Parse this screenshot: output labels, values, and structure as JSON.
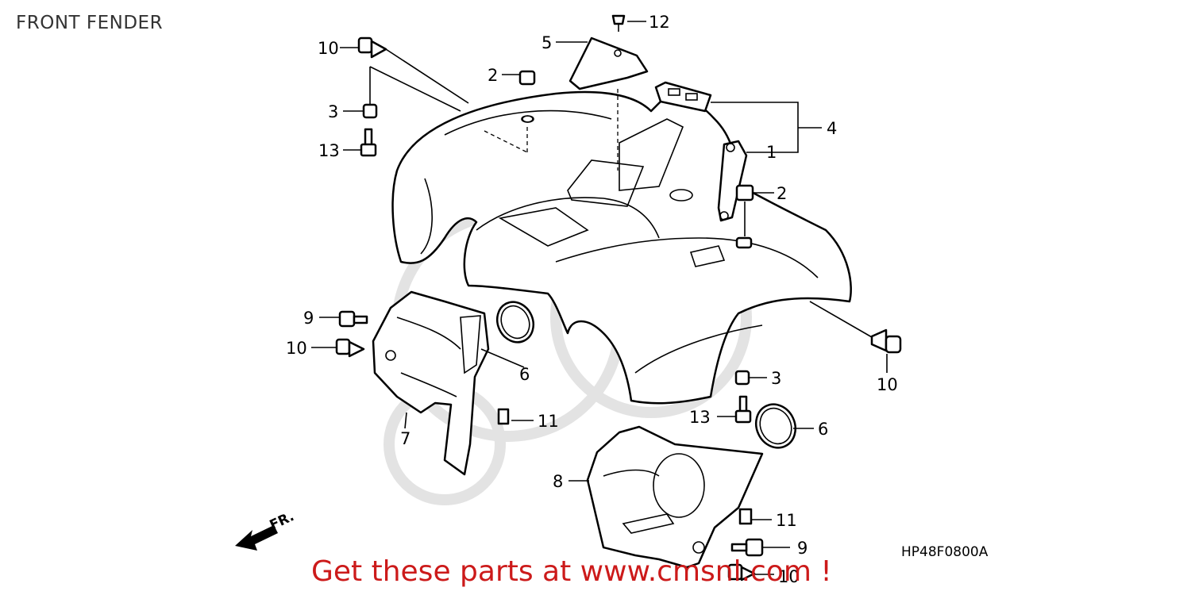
{
  "title": "FRONT FENDER",
  "diagram_code": "HP48F0800A",
  "banner": "Get these parts at www.cmsnl.com !",
  "direction_label": "FR.",
  "callouts": {
    "c10_top_left": "10",
    "c3_left": "3",
    "c13_left": "13",
    "c2_top": "2",
    "c5": "5",
    "c12": "12",
    "c4": "4",
    "c1": "1",
    "c2_right": "2",
    "c9_left": "9",
    "c10_mid_left": "10",
    "c6_left": "6",
    "c11_left": "11",
    "c7": "7",
    "c10_right": "10",
    "c3_right": "3",
    "c13_right": "13",
    "c6_right": "6",
    "c8": "8",
    "c11_right": "11",
    "c9_bottom": "9",
    "c10_bottom": "10"
  },
  "colors": {
    "banner": "#cc1a1a",
    "outline": "#000000",
    "watermark": "#e3e3e3"
  }
}
